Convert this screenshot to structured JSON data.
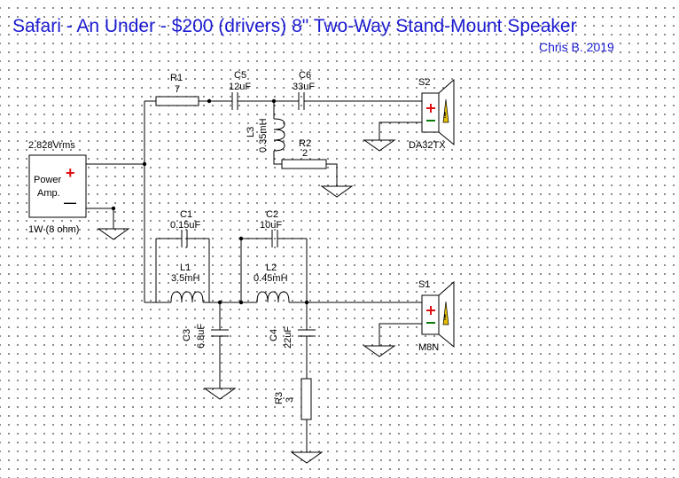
{
  "title": "Safari - An Under - $200 (drivers) 8\" Two-Way Stand-Mount Speaker",
  "author": "Chris B. 2019",
  "source": {
    "voltage": "2.828Vrms",
    "label_line1": "Power",
    "label_line2": "Amp.",
    "plus": "+",
    "minus": "—",
    "power": "1W (8 ohm)"
  },
  "tweeter_section": {
    "R1": {
      "name": "R1",
      "value": "7"
    },
    "C5": {
      "name": "C5",
      "value": "12uF"
    },
    "C6": {
      "name": "C6",
      "value": "33uF"
    },
    "L3": {
      "name": "L3",
      "value": "0.35mH"
    },
    "R2": {
      "name": "R2",
      "value": "2"
    },
    "S2": {
      "name": "S2",
      "model": "DA32TX"
    }
  },
  "woofer_section": {
    "C1": {
      "name": "C1",
      "value": "0.15uF"
    },
    "C2": {
      "name": "C2",
      "value": "10uF"
    },
    "L1": {
      "name": "L1",
      "value": "3.5mH"
    },
    "L2": {
      "name": "L2",
      "value": "0.45mH"
    },
    "C3": {
      "name": "C3",
      "value": "6.8uF"
    },
    "C4": {
      "name": "C4",
      "value": "22uF"
    },
    "R3": {
      "name": "R3",
      "value": "3"
    },
    "S1": {
      "name": "S1",
      "model": "M8N"
    }
  },
  "colors": {
    "title": "#1a1ad0",
    "plus": "#e01010",
    "speaker_minus": "#0a7a0a",
    "warning": "#e6c000"
  },
  "icons": [
    "speaker-icon",
    "ground-icon",
    "warning-icon"
  ]
}
